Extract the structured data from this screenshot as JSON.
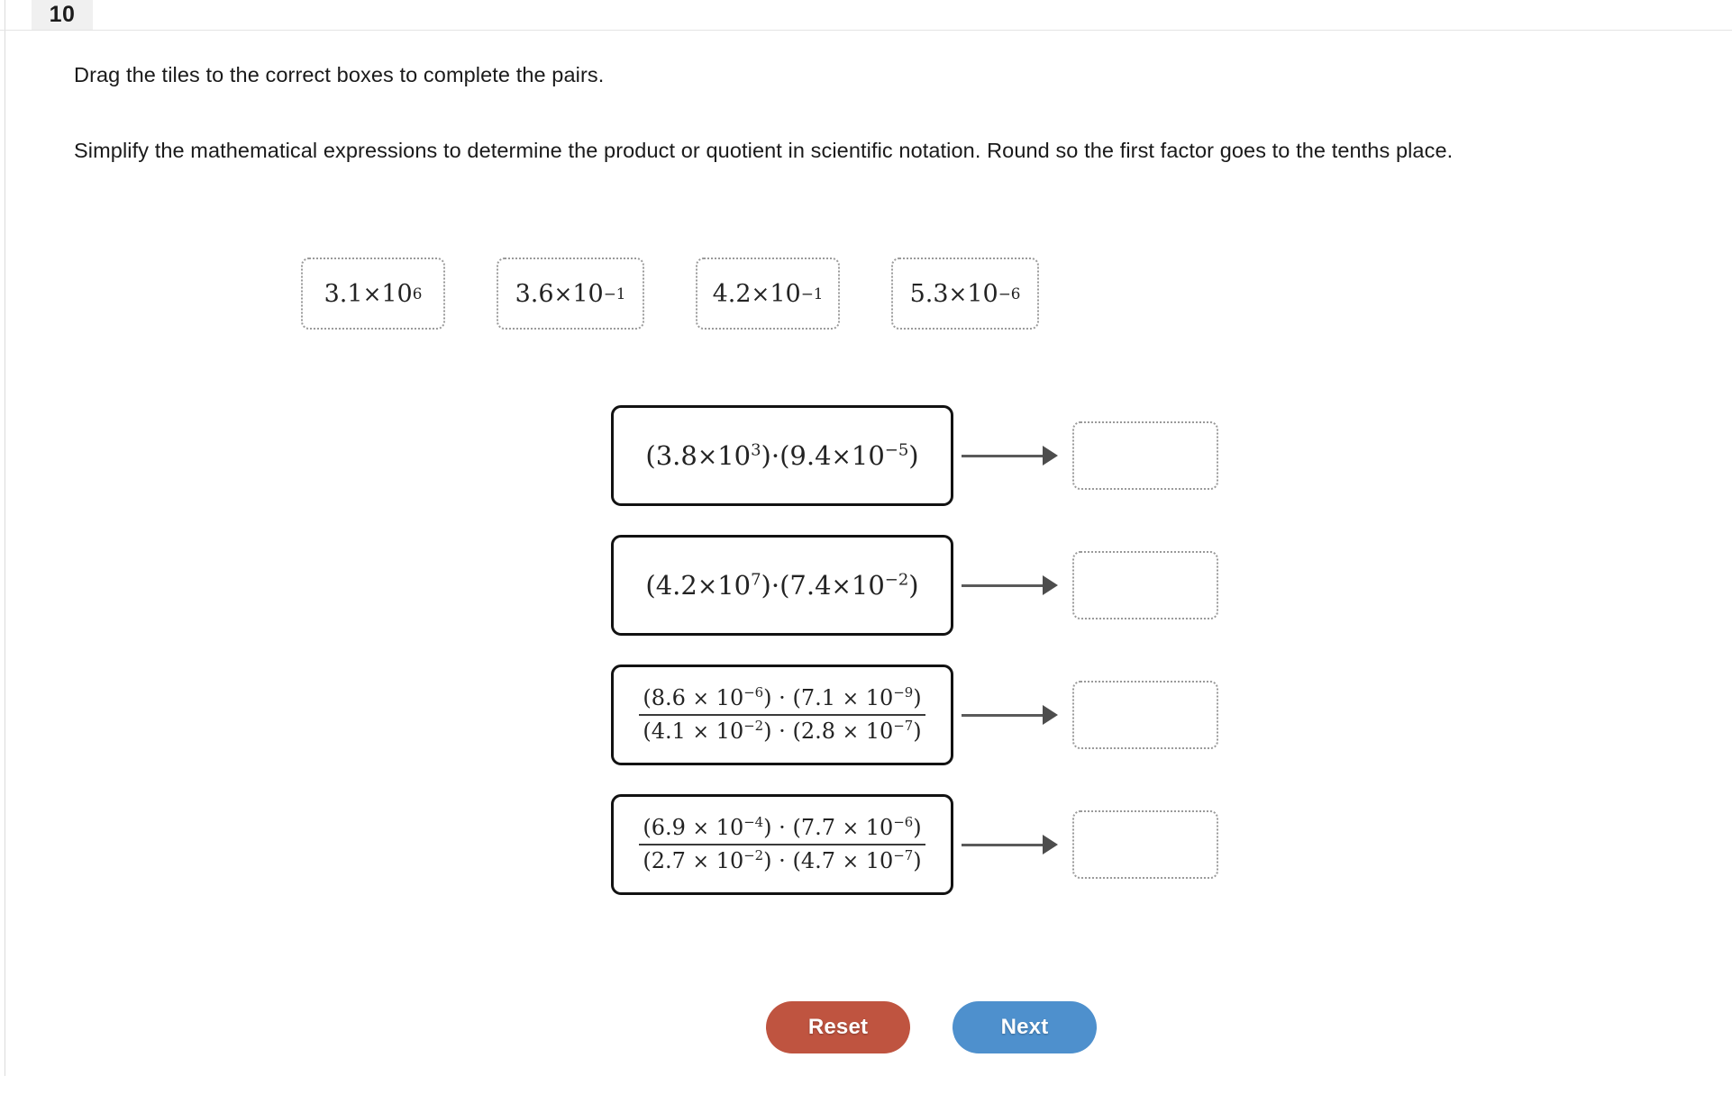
{
  "colors": {
    "reset_button": "#bf5440",
    "next_button": "#4e90cd",
    "tile_border": "#9a9a9a",
    "expression_border": "#121212",
    "arrow": "#5a5a5a",
    "tab_background": "#f0f0f0"
  },
  "tab": {
    "label": "10"
  },
  "instructions": {
    "line1": "Drag the tiles to the correct boxes to complete the pairs.",
    "line2": "Simplify the mathematical expressions to determine the product or quotient in scientific notation. Round so the first factor goes to the tenths place."
  },
  "tiles": [
    {
      "coefficient": "3.1",
      "times": "×",
      "base": "10",
      "exponent": "6",
      "text": "3.1×10⁶"
    },
    {
      "coefficient": "3.6",
      "times": "×",
      "base": "10",
      "exponent": "−1",
      "text": "3.6×10⁻¹"
    },
    {
      "coefficient": "4.2",
      "times": "×",
      "base": "10",
      "exponent": "−1",
      "text": "4.2×10⁻¹"
    },
    {
      "coefficient": "5.3",
      "times": "×",
      "base": "10",
      "exponent": "−6",
      "text": "5.3×10⁻⁶"
    }
  ],
  "pairs": [
    {
      "kind": "product",
      "expression_text": "(3.8×10³)·(9.4×10⁻⁵)",
      "parts": {
        "open1": "(",
        "c1": "3.8",
        "t1": "×",
        "b1": "10",
        "e1": "3",
        "close1": ")",
        "dot": "·",
        "open2": "(",
        "c2": "9.4",
        "t2": "×",
        "b2": "10",
        "e2": "−5",
        "close2": ")"
      },
      "answer": ""
    },
    {
      "kind": "product",
      "expression_text": "(4.2×10⁷)·(7.4×10⁻²)",
      "parts": {
        "open1": "(",
        "c1": "4.2",
        "t1": "×",
        "b1": "10",
        "e1": "7",
        "close1": ")",
        "dot": "·",
        "open2": "(",
        "c2": "7.4",
        "t2": "×",
        "b2": "10",
        "e2": "−2",
        "close2": ")"
      },
      "answer": ""
    },
    {
      "kind": "quotient",
      "expression_text": "((8.6 × 10⁻⁶) · (7.1 × 10⁻⁹)) / ((4.1 × 10⁻²) · (2.8 × 10⁻⁷))",
      "numerator": {
        "open1": "(",
        "c1": "8.6",
        "t1": "×",
        "b1": "10",
        "e1": "−6",
        "close1": ")",
        "dot": "·",
        "open2": "(",
        "c2": "7.1",
        "t2": "×",
        "b2": "10",
        "e2": "−9",
        "close2": ")"
      },
      "denominator": {
        "open1": "(",
        "c1": "4.1",
        "t1": "×",
        "b1": "10",
        "e1": "−2",
        "close1": ")",
        "dot": "·",
        "open2": "(",
        "c2": "2.8",
        "t2": "×",
        "b2": "10",
        "e2": "−7",
        "close2": ")"
      },
      "answer": ""
    },
    {
      "kind": "quotient",
      "expression_text": "((6.9 × 10⁻⁴) · (7.7 × 10⁻⁶)) / ((2.7 × 10⁻²) · (4.7 × 10⁻⁷))",
      "numerator": {
        "open1": "(",
        "c1": "6.9",
        "t1": "×",
        "b1": "10",
        "e1": "−4",
        "close1": ")",
        "dot": "·",
        "open2": "(",
        "c2": "7.7",
        "t2": "×",
        "b2": "10",
        "e2": "−6",
        "close2": ")"
      },
      "denominator": {
        "open1": "(",
        "c1": "2.7",
        "t1": "×",
        "b1": "10",
        "e1": "−2",
        "close1": ")",
        "dot": "·",
        "open2": "(",
        "c2": "4.7",
        "t2": "×",
        "b2": "10",
        "e2": "−7",
        "close2": ")"
      },
      "answer": ""
    }
  ],
  "actions": {
    "reset_label": "Reset",
    "next_label": "Next"
  }
}
